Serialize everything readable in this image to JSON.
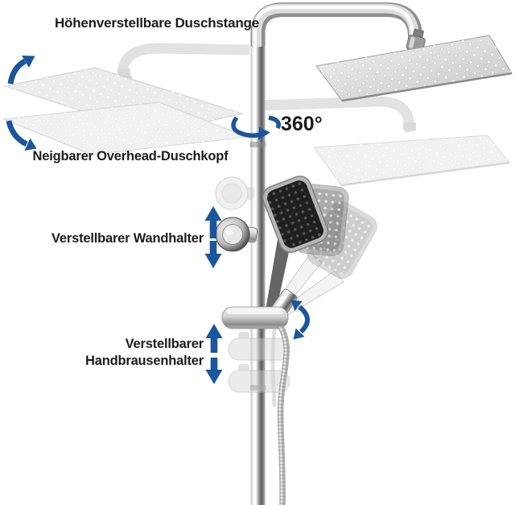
{
  "background": "#ffffff",
  "colors": {
    "accent_blue": "#1a559e",
    "label_text": "#1c1c1c",
    "chrome_light": "#f7f7f7",
    "chrome_dark": "#5f5f5f",
    "hand_shower_face": "#1f1f1f"
  },
  "labels": {
    "title": "Höhenverstellbare Duschstange",
    "overhead_shower": "Neigbarer Overhead-Duschkopf",
    "rotation_degrees": "360°",
    "wall_holder": "Verstellbarer Wandhalter",
    "hand_holder_line1": "Verstellbarer",
    "hand_holder_line2": "Handbrausenhalter"
  },
  "icons": {
    "overhead_tilt_up": "curved-up-arrow-icon",
    "overhead_tilt_down": "curved-down-arrow-icon",
    "rail_rotation": "rotate-360-arrow-icon",
    "wall_holder_up": "up-arrow-icon",
    "wall_holder_down": "down-arrow-icon",
    "hand_shower_tilt": "curved-double-arrow-icon",
    "hand_holder_up": "up-arrow-icon",
    "hand_holder_down": "down-arrow-icon"
  }
}
